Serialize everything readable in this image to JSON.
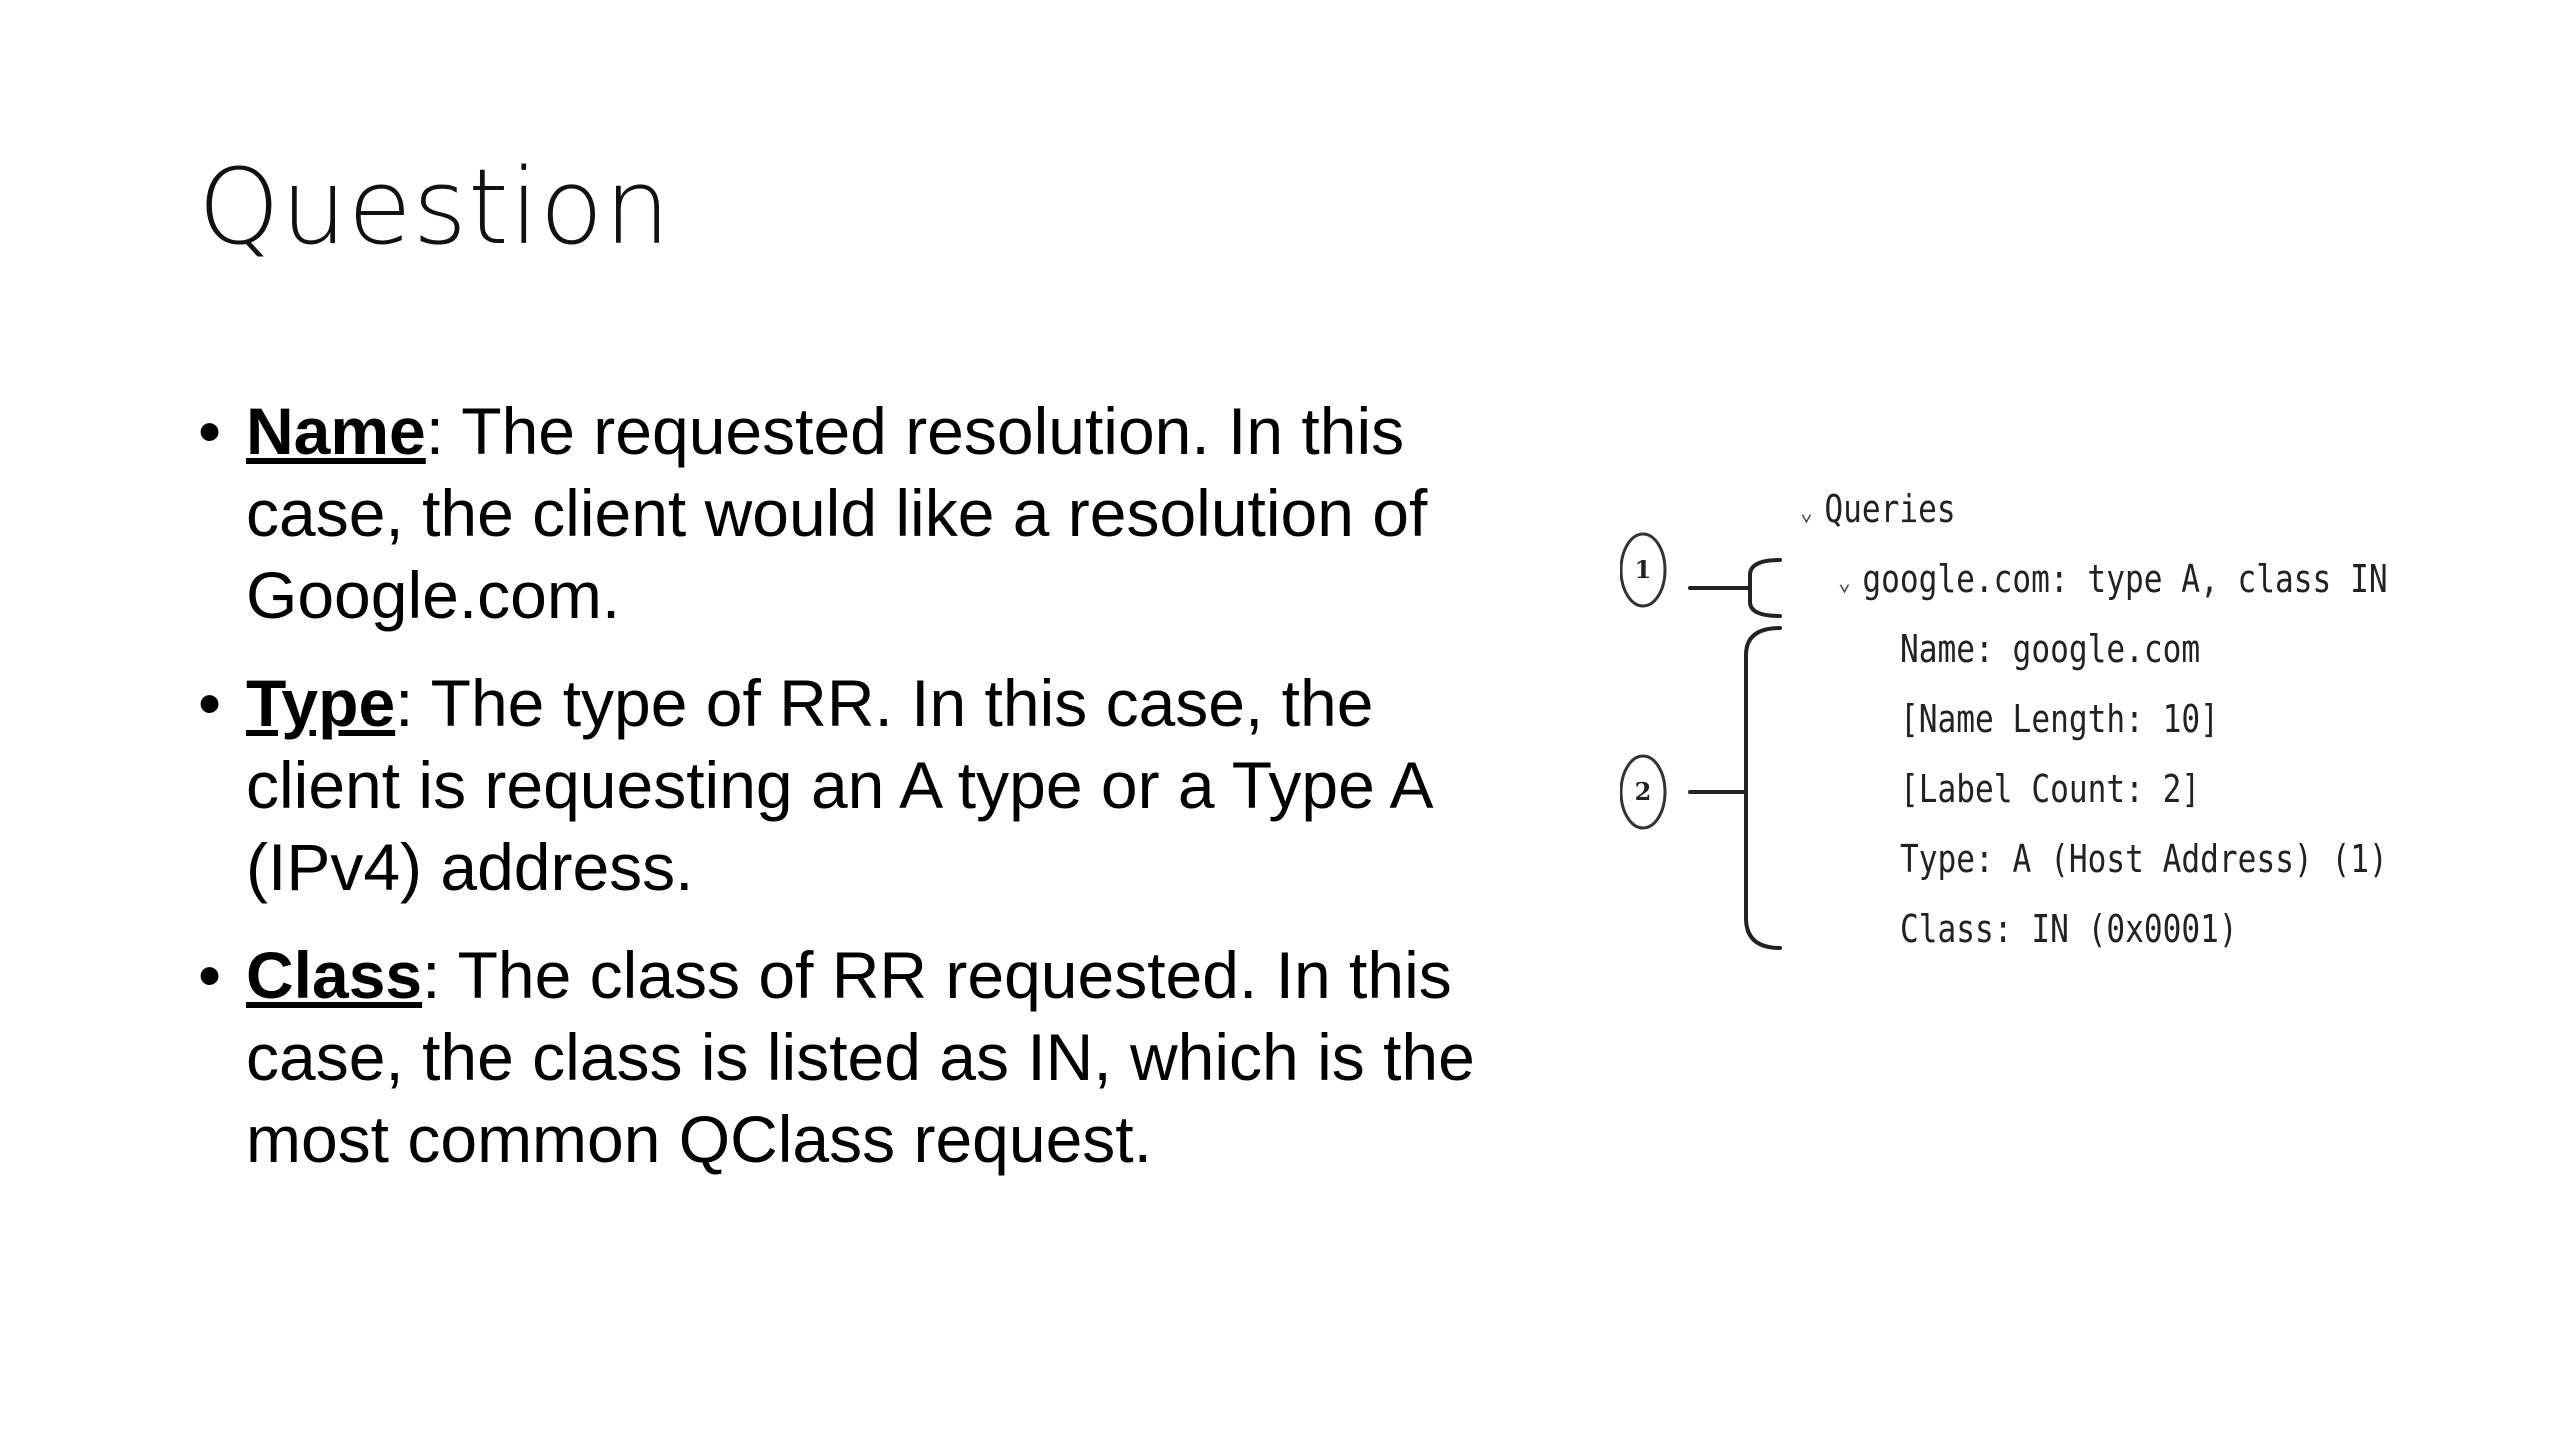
{
  "slide": {
    "title": "Question",
    "bullets": [
      {
        "term": "Name",
        "text": ": The requested resolution. In this case, the client would like a resolution of Google.com."
      },
      {
        "term": "Type",
        "text": ": The type of RR. In this case, the client is requesting an A type or a Type A (IPv4) address."
      },
      {
        "term": "Class",
        "text": ": The class of RR requested. In this case, the class is listed as IN, which is the most common QClass request."
      }
    ]
  },
  "figure": {
    "markers": [
      "1",
      "2"
    ],
    "tree": {
      "root": "Queries",
      "entry": "google.com: type A, class IN",
      "fields": [
        "Name: google.com",
        "[Name Length: 10]",
        "[Label Count: 2]",
        "Type: A (Host Address) (1)",
        "Class: IN (0x0001)"
      ]
    },
    "icons": {
      "expanded": "chevron-down-icon",
      "bullet": "•"
    }
  }
}
